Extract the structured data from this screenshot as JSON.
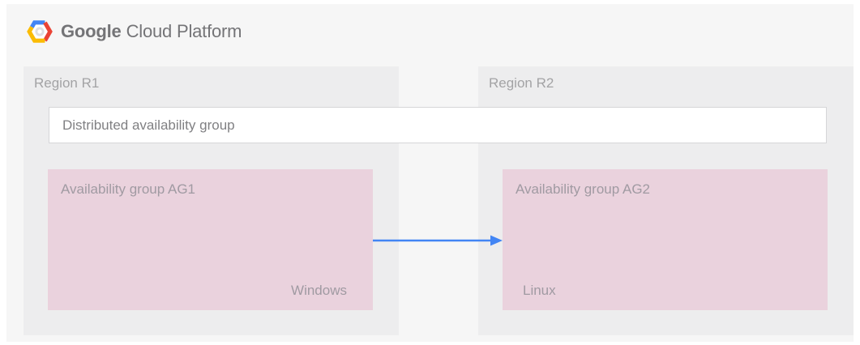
{
  "header": {
    "brand_main": "Google",
    "brand_sub": "Cloud Platform",
    "logo_icon": "google-cloud-platform-hexagon",
    "logo_colors": {
      "blue": "#4285f4",
      "red": "#ea4335",
      "yellow": "#fbbc05"
    }
  },
  "diagram": {
    "regions": [
      {
        "label": "Region R1"
      },
      {
        "label": "Region R2"
      }
    ],
    "distributed_group": {
      "label": "Distributed availability group"
    },
    "availability_groups": [
      {
        "label": "Availability group AG1",
        "os_label": "Windows"
      },
      {
        "label": "Availability group AG2",
        "os_label": "Linux"
      }
    ],
    "arrow": {
      "direction": "left-to-right",
      "from": "Availability group AG1",
      "to": "Availability group AG2",
      "color": "#4285f4"
    }
  },
  "colors": {
    "page_bg": "#ffffff",
    "canvas_bg": "#f6f6f6",
    "region_bg": "#ededee",
    "availability_group_bg": "#ead2dd",
    "distributed_group_bg": "#ffffff",
    "distributed_group_border": "#d6d6d8",
    "label_gray": "#a3a3a5",
    "logo_text_gray": "#747477",
    "arrow_blue": "#4285f4"
  }
}
